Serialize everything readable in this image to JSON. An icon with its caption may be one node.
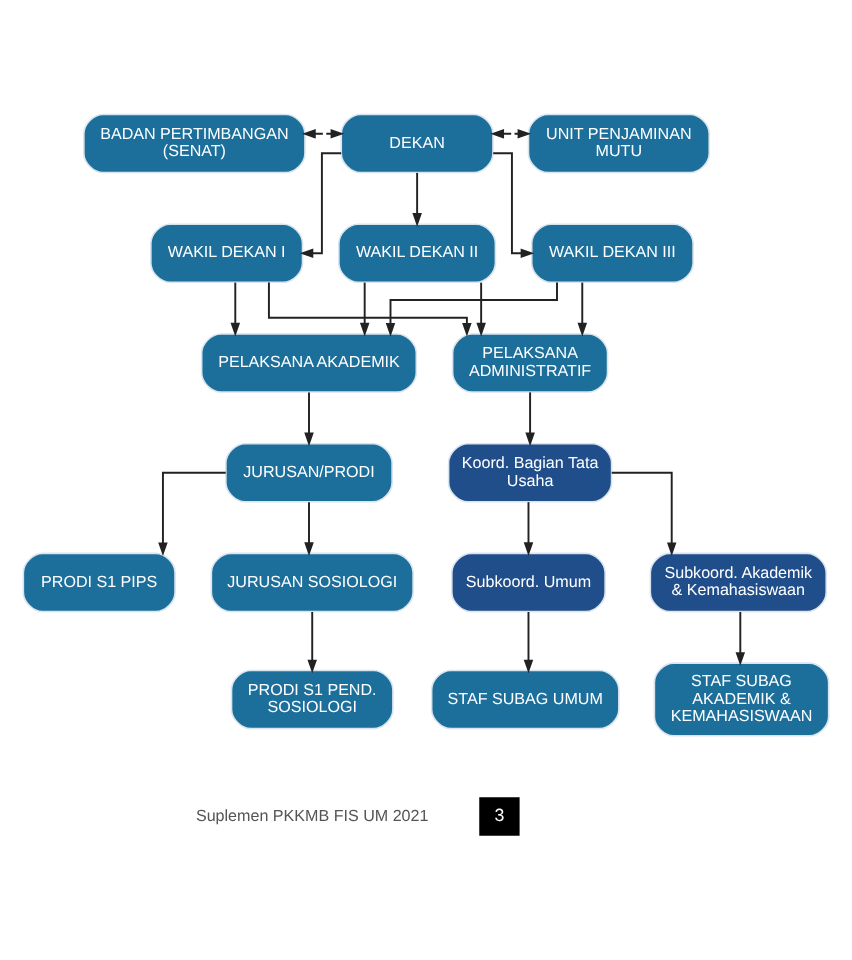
{
  "diagram": {
    "nodes": [
      {
        "text": [
          "BADAN PERTIMBANGAN (SENAT)"
        ]
      },
      {
        "text": [
          "DEKAN"
        ]
      },
      {
        "text": [
          "UNIT PENJAMINAN MUTU"
        ]
      },
      {
        "text": [
          "WAKIL DEKAN I"
        ]
      },
      {
        "text": [
          "WAKIL DEKAN II"
        ]
      },
      {
        "text": [
          "WAKIL DEKAN III"
        ]
      },
      {
        "text": [
          "PELAKSANA AKADEMIK"
        ]
      },
      {
        "text": [
          "PELAKSANA ADMINISTRATIF"
        ]
      },
      {
        "text": [
          "JURUSAN/PRODI"
        ]
      },
      {
        "text": [
          "Koord. Bagian Tata Usaha"
        ]
      },
      {
        "text": [
          "PRODI S1 PIPS"
        ]
      },
      {
        "text": [
          "JURUSAN SOSIOLOGI"
        ]
      },
      {
        "text": [
          "Subkoord. Umum"
        ]
      },
      {
        "text": [
          "Subkoord. Akademik & Kemahasiswaan"
        ]
      },
      {
        "text": [
          "PRODI S1 PEND. SOSIOLOGI"
        ]
      },
      {
        "text": [
          "STAF SUBAG UMUM"
        ]
      },
      {
        "text": [
          "STAF SUBAG AKADEMIK & KEMAHASISWAAN"
        ]
      }
    ],
    "edges": [
      {
        "from": 0,
        "to": 1,
        "arrow": "both",
        "style": "dashed"
      },
      {
        "from": 1,
        "to": 2,
        "arrow": "both",
        "style": "dashed"
      },
      {
        "from": 1,
        "to": 3,
        "arrow": "to"
      },
      {
        "from": 1,
        "to": 4,
        "arrow": "to"
      },
      {
        "from": 1,
        "to": 5,
        "arrow": "to"
      },
      {
        "from": 3,
        "to": 6,
        "arrow": "to"
      },
      {
        "from": 4,
        "to": 6,
        "arrow": "to"
      },
      {
        "from": 5,
        "to": 6,
        "arrow": "to"
      },
      {
        "from": 3,
        "to": 7,
        "arrow": "to"
      },
      {
        "from": 4,
        "to": 7,
        "arrow": "to"
      },
      {
        "from": 5,
        "to": 7,
        "arrow": "to"
      },
      {
        "from": 6,
        "to": 8,
        "arrow": "to"
      },
      {
        "from": 7,
        "to": 9,
        "arrow": "to"
      },
      {
        "from": 8,
        "to": 10,
        "arrow": "to"
      },
      {
        "from": 8,
        "to": 11,
        "arrow": "to"
      },
      {
        "from": 9,
        "to": 12,
        "arrow": "to"
      },
      {
        "from": 9,
        "to": 13,
        "arrow": "to"
      },
      {
        "from": 11,
        "to": 14,
        "arrow": "to"
      },
      {
        "from": 12,
        "to": 15,
        "arrow": "to"
      },
      {
        "from": 13,
        "to": 16,
        "arrow": "to"
      }
    ],
    "labels": [
      "Suplemen PKKMB FIS UM 2021",
      "3"
    ]
  }
}
